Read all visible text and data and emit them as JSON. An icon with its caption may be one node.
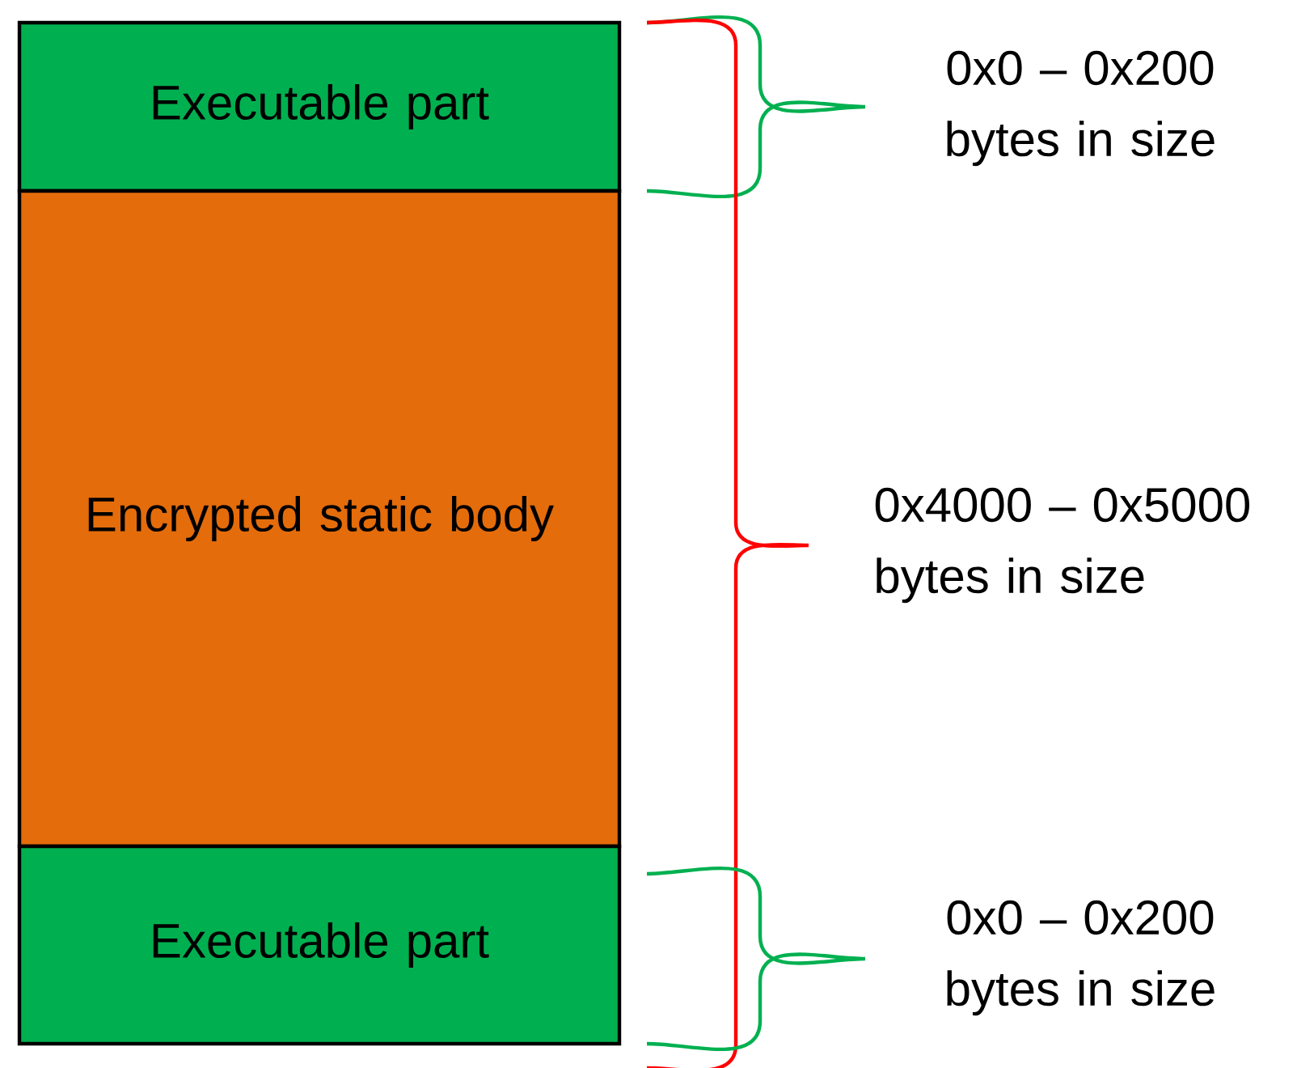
{
  "diagram": {
    "nodes": [
      {
        "text": [
          "Executable part"
        ]
      },
      {
        "text": [
          "Encrypted static body"
        ]
      },
      {
        "text": [
          "Executable part"
        ]
      }
    ],
    "labels": [
      "0x0 – 0x200 bytes in size",
      "0x4000 – 0x5000 bytes in size",
      "0x0 – 0x200 bytes in size"
    ]
  }
}
